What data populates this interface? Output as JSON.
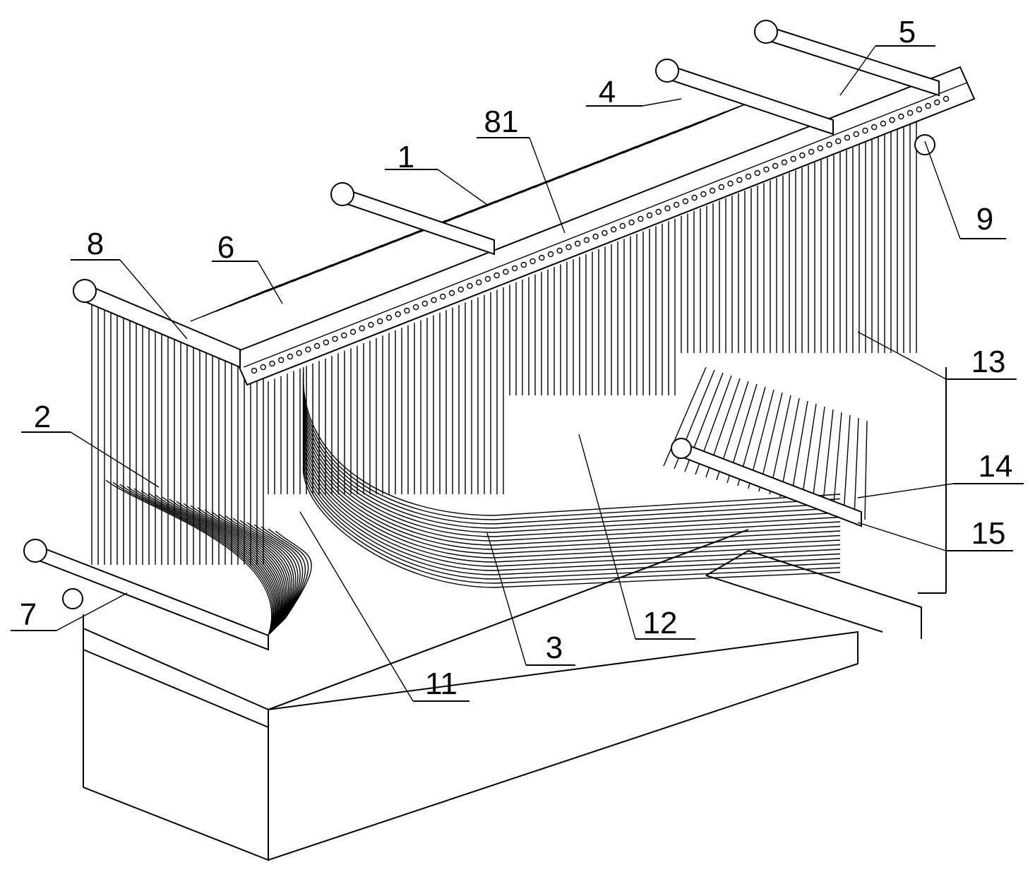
{
  "figure": {
    "labels": [
      "5",
      "4",
      "81",
      "1",
      "9",
      "8",
      "6",
      "13",
      "2",
      "14",
      "15",
      "7",
      "11",
      "3",
      "12"
    ]
  }
}
